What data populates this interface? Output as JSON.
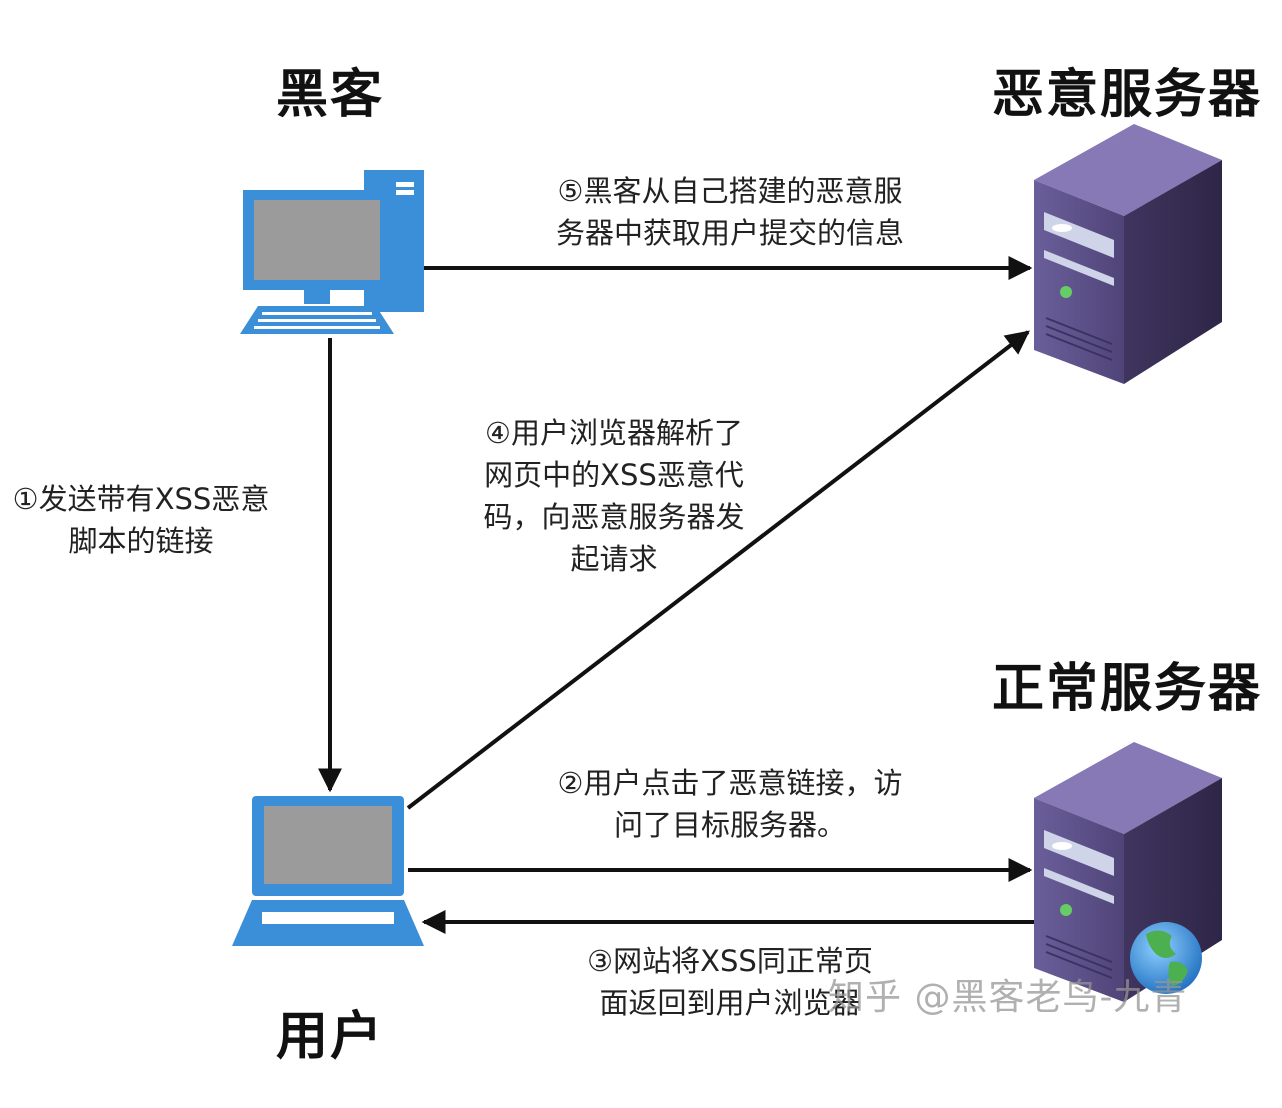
{
  "nodes": {
    "hacker": {
      "label": "黑客"
    },
    "malicious_server": {
      "label": "恶意服务器"
    },
    "normal_server": {
      "label": "正常服务器"
    },
    "user": {
      "label": "用户"
    }
  },
  "steps": [
    {
      "lines": [
        "①发送带有XSS恶意",
        "脚本的链接"
      ]
    },
    {
      "lines": [
        "②用户点击了恶意链接，访",
        "问了目标服务器。"
      ]
    },
    {
      "lines": [
        "③网站将XSS同正常页",
        "面返回到用户浏览器"
      ]
    },
    {
      "lines": [
        "④用户浏览器解析了",
        "网页中的XSS恶意代",
        "码，向恶意服务器发",
        "起请求"
      ]
    },
    {
      "lines": [
        "⑤黑客从自己搭建的恶意服",
        "务器中获取用户提交的信息"
      ]
    }
  ],
  "watermark": "知乎 @黑客老鸟-九青",
  "colors": {
    "device_blue": "#3a8fd8",
    "screen_gray": "#9b9b9b",
    "server_purple": "#5a4f86",
    "arrow": "#111111"
  }
}
